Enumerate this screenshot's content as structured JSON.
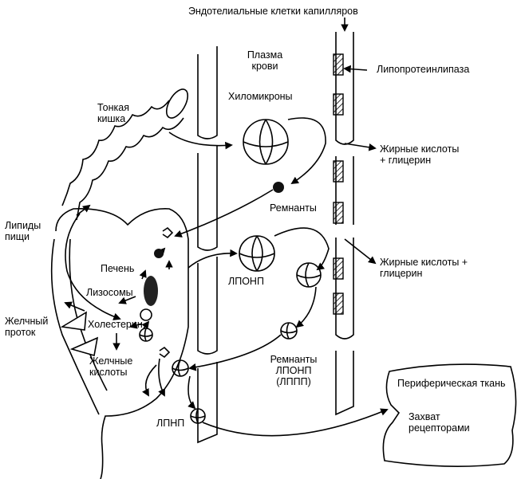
{
  "labels": {
    "endothelial": "Эндотелиальные клетки капилляров",
    "plasma_1": "Плазма",
    "plasma_2": "крови",
    "lipase": "Липопротеинлипаза",
    "intestine_1": "Тонкая",
    "intestine_2": "кишка",
    "chylomicrons": "Хиломикроны",
    "fatty_acids_1a": "Жирные кислоты",
    "fatty_acids_1b": "+ глицерин",
    "food_lipids_1": "Липиды",
    "food_lipids_2": "пищи",
    "remnants": "Ремнанты",
    "liver": "Печень",
    "lysosomes": "Лизосомы",
    "vldl": "ЛПОНП",
    "fatty_acids_2a": "Жирные кислоты +",
    "fatty_acids_2b": "глицерин",
    "bile_duct_1": "Желчный",
    "bile_duct_2": "проток",
    "cholesterol": "Холестерин",
    "bile_acids_1": "Желчные",
    "bile_acids_2": "кислоты",
    "vldl_remnants_1": "Ремнанты",
    "vldl_remnants_2": "ЛПОНП",
    "vldl_remnants_3": "(ЛППП)",
    "peripheral": "Периферическая ткань",
    "uptake_1": "Захват",
    "uptake_2": "рецепторами",
    "ldl": "ЛПНП"
  }
}
